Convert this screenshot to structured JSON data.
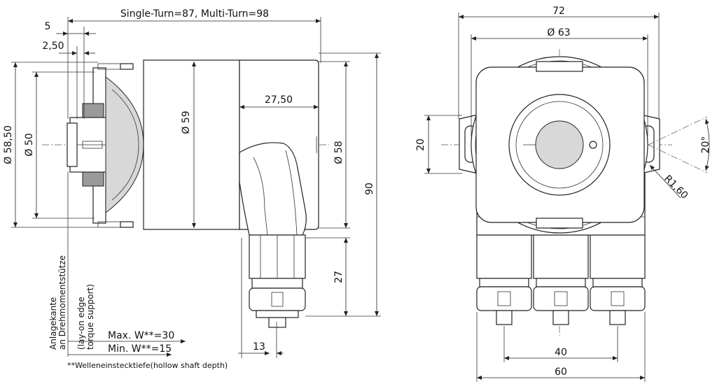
{
  "side_view": {
    "length": "Single-Turn=87, Multi-Turn=98",
    "dim_5": "5",
    "dim_2_50": "2,50",
    "dim_58_50": "Ø 58,50",
    "dim_50": "Ø 50",
    "dim_59": "Ø 59",
    "dim_27_50": "27,50",
    "dim_58": "Ø 58",
    "dim_90": "90",
    "dim_27": "27",
    "dim_13": "13",
    "label_de_1": "Anlagekante",
    "label_de_2": "an Drehmomentstütze",
    "label_en_1": "(lay-on edge",
    "label_en_2": "torque support)",
    "max_w": "Max. W**=30",
    "min_w": "Min. W**=15",
    "footnote": "**Welleneinstecktiefe(hollow shaft depth)"
  },
  "front_view": {
    "dim_72": "72",
    "dim_63": "Ø 63",
    "dim_20": "20",
    "dim_20_deg": "20°",
    "dim_r1_60": "R1,60",
    "dim_40": "40",
    "dim_60": "60"
  }
}
